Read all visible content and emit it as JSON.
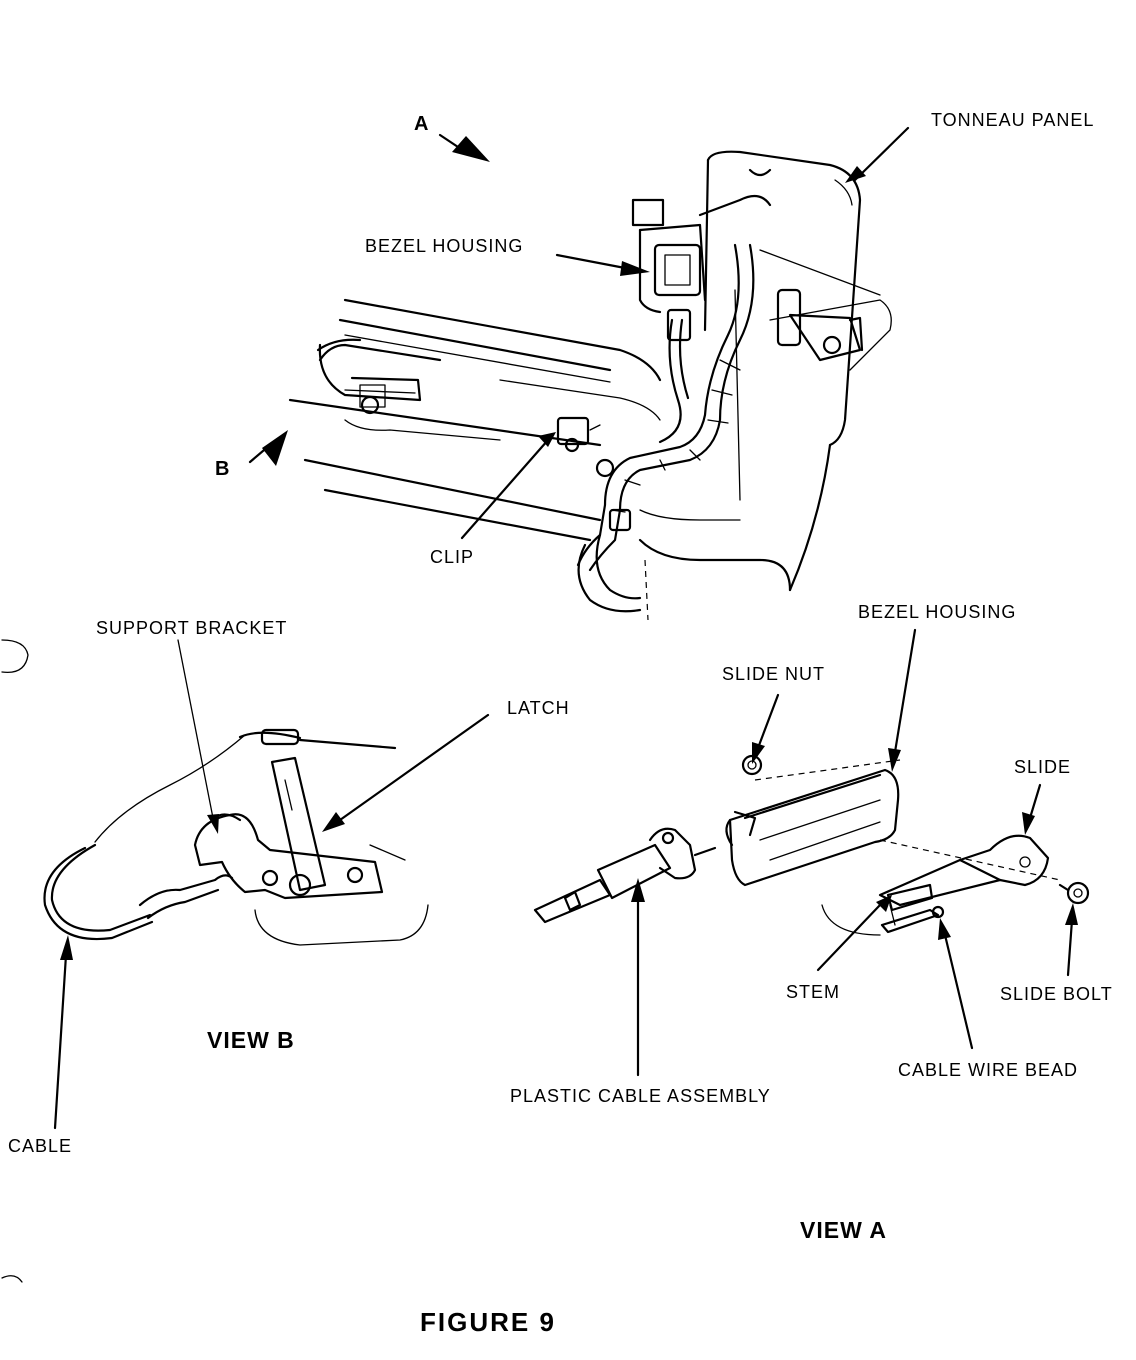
{
  "labels": {
    "view_arrow_a": "A",
    "view_arrow_b": "B",
    "tonneau_panel": "TONNEAU PANEL",
    "bezel_housing_top": "BEZEL HOUSING",
    "clip": "CLIP",
    "support_bracket": "SUPPORT BRACKET",
    "latch": "LATCH",
    "cable": "CABLE",
    "view_b": "VIEW B",
    "bezel_housing_bottom": "BEZEL HOUSING",
    "slide_nut": "SLIDE NUT",
    "slide": "SLIDE",
    "stem": "STEM",
    "slide_bolt": "SLIDE BOLT",
    "cable_wire_bead": "CABLE WIRE BEAD",
    "plastic_cable_assembly": "PLASTIC CABLE ASSEMBLY",
    "view_a": "VIEW A",
    "figure_caption": "FIGURE 9"
  }
}
